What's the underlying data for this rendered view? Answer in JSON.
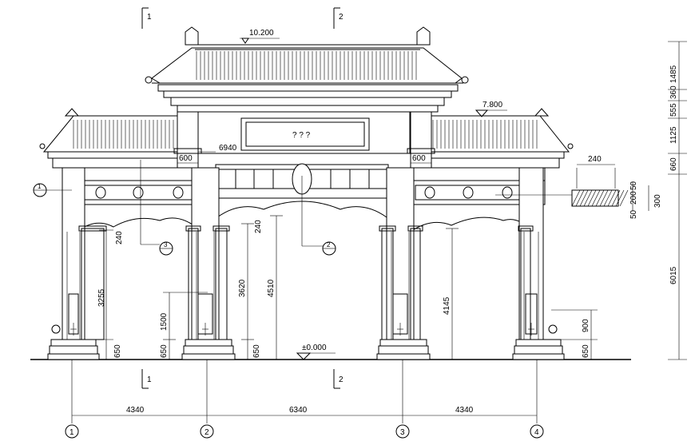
{
  "levels": {
    "roof_top": "10.200",
    "side_roof": "7.800",
    "ground": "±0.000"
  },
  "plaque_text": "? ? ?",
  "span_label": "6940",
  "column_widths": {
    "left": "600",
    "right": "600"
  },
  "section_markers": {
    "a": "1",
    "b": "2"
  },
  "axes": [
    {
      "label": "1"
    },
    {
      "label": "2"
    },
    {
      "label": "3"
    },
    {
      "label": "4"
    }
  ],
  "bay_dims": [
    "4340",
    "6340",
    "4340"
  ],
  "right_dims": [
    "1485",
    "360",
    "555",
    "1125",
    "660",
    "6015"
  ],
  "detail_dims": {
    "width": "240",
    "top": "50",
    "mid": "200",
    "bottom": "50",
    "total": "300"
  },
  "height_dims": {
    "left_arch": "240",
    "left_col": "3255",
    "left_base": "650",
    "door": "1500",
    "door_base": "650",
    "inner_col": "3620",
    "inner_base": "650",
    "center_arch": "240",
    "center_clear": "4510",
    "right_clear": "4145",
    "right_upper": "900",
    "right_base": "650"
  },
  "detail_refs": [
    {
      "num": "1",
      "den": ""
    },
    {
      "num": "3",
      "den": ""
    },
    {
      "num": "2",
      "den": ""
    }
  ]
}
